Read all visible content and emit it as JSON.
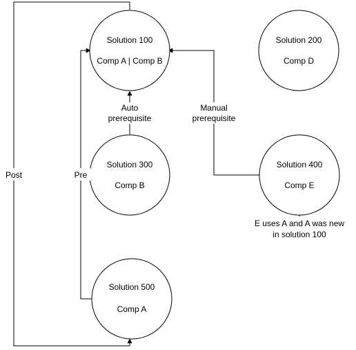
{
  "nodes": [
    {
      "id": "s100",
      "title": "Solution 100",
      "subtitle": "Comp A | Comp B"
    },
    {
      "id": "s200",
      "title": "Solution 200",
      "subtitle": "Comp D"
    },
    {
      "id": "s300",
      "title": "Solution 300",
      "subtitle": "Comp B"
    },
    {
      "id": "s400",
      "title": "Solution 400",
      "subtitle": "Comp E"
    },
    {
      "id": "s500",
      "title": "Solution 500",
      "subtitle": "Comp A"
    }
  ],
  "edge_labels": {
    "post": "Post",
    "pre": "Pre",
    "auto_line1": "Auto",
    "auto_line2": "prerequisite",
    "manual_line1": "Manual",
    "manual_line2": "prerequisite",
    "note_line1": "E uses A and A was new",
    "note_line2": "in solution 100"
  },
  "colors": {
    "stroke": "#000000",
    "fill": "#ffffff",
    "text": "#000000"
  }
}
